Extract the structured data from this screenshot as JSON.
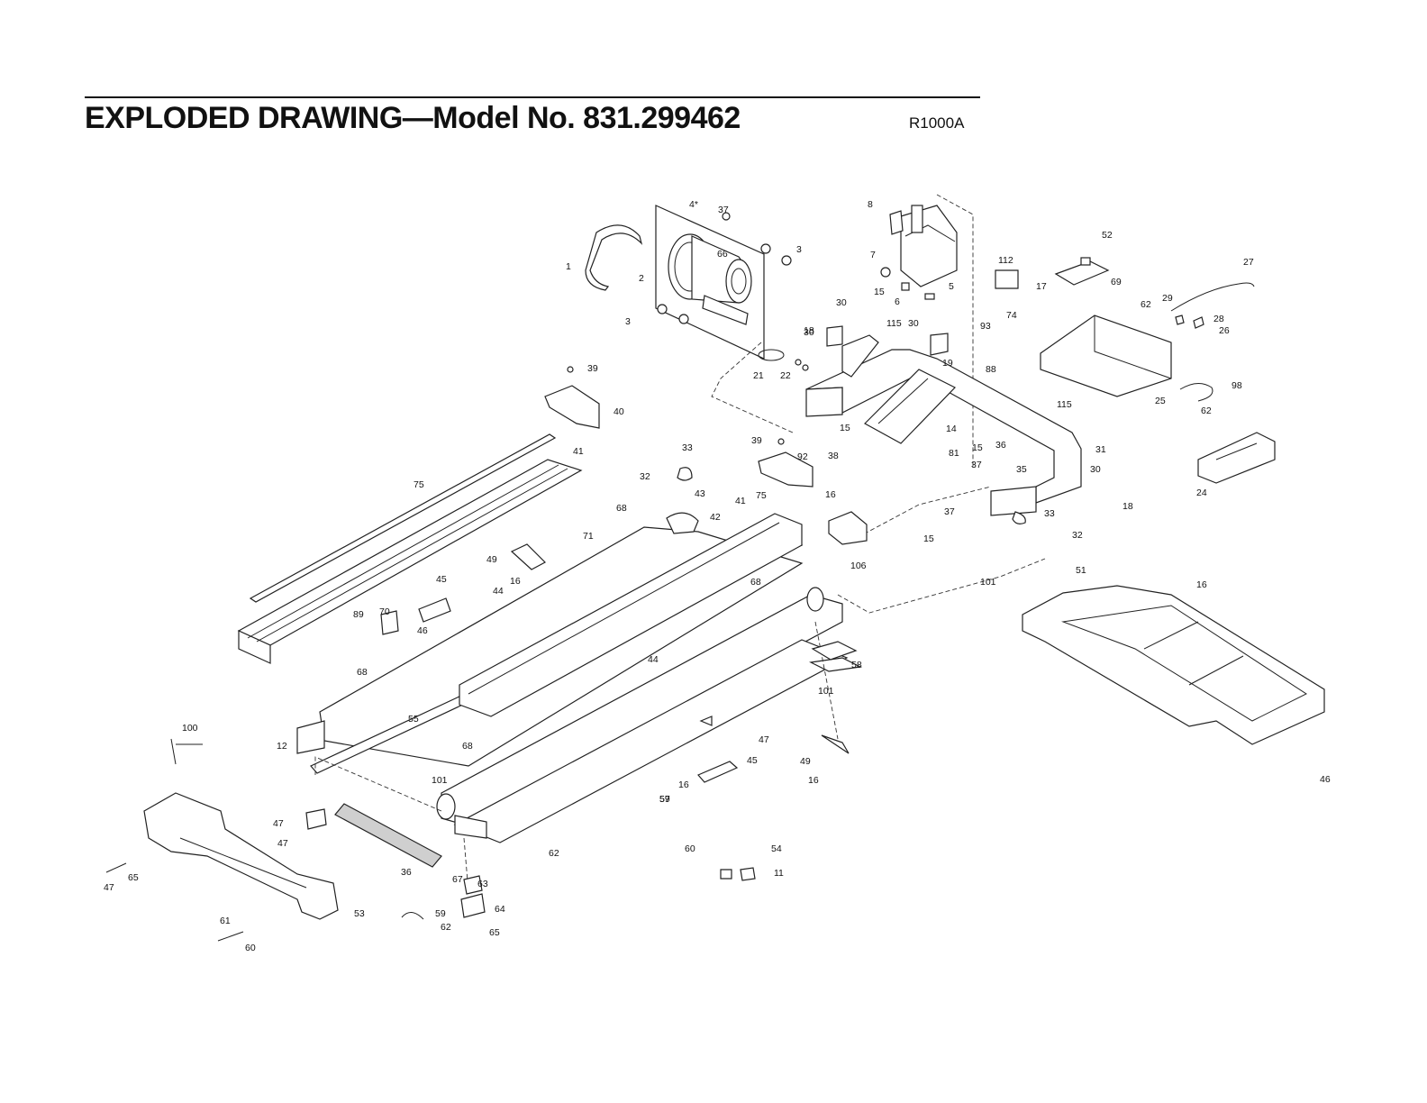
{
  "header": {
    "title": "EXPLODED DRAWING—Model No. 831.299462",
    "code": "R1000A"
  },
  "callouts": [
    {
      "label": "4*"
    },
    {
      "label": "37"
    },
    {
      "label": "3"
    },
    {
      "label": "66"
    },
    {
      "label": "1"
    },
    {
      "label": "2"
    },
    {
      "label": "3"
    },
    {
      "label": "8"
    },
    {
      "label": "7"
    },
    {
      "label": "15"
    },
    {
      "label": "6"
    },
    {
      "label": "5"
    },
    {
      "label": "112"
    },
    {
      "label": "52"
    },
    {
      "label": "17"
    },
    {
      "label": "27"
    },
    {
      "label": "69"
    },
    {
      "label": "62"
    },
    {
      "label": "29"
    },
    {
      "label": "28"
    },
    {
      "label": "26"
    },
    {
      "label": "30"
    },
    {
      "label": "115"
    },
    {
      "label": "30"
    },
    {
      "label": "93"
    },
    {
      "label": "74"
    },
    {
      "label": "30"
    },
    {
      "label": "18"
    },
    {
      "label": "19"
    },
    {
      "label": "88"
    },
    {
      "label": "21"
    },
    {
      "label": "22"
    },
    {
      "label": "39"
    },
    {
      "label": "40"
    },
    {
      "label": "25"
    },
    {
      "label": "98"
    },
    {
      "label": "115"
    },
    {
      "label": "15"
    },
    {
      "label": "14"
    },
    {
      "label": "62"
    },
    {
      "label": "31"
    },
    {
      "label": "39"
    },
    {
      "label": "15"
    },
    {
      "label": "36"
    },
    {
      "label": "33"
    },
    {
      "label": "38"
    },
    {
      "label": "81"
    },
    {
      "label": "37"
    },
    {
      "label": "35"
    },
    {
      "label": "75"
    },
    {
      "label": "41"
    },
    {
      "label": "24"
    },
    {
      "label": "30"
    },
    {
      "label": "92"
    },
    {
      "label": "32"
    },
    {
      "label": "43"
    },
    {
      "label": "16"
    },
    {
      "label": "18"
    },
    {
      "label": "68"
    },
    {
      "label": "42"
    },
    {
      "label": "41"
    },
    {
      "label": "75"
    },
    {
      "label": "37"
    },
    {
      "label": "33"
    },
    {
      "label": "71"
    },
    {
      "label": "15"
    },
    {
      "label": "32"
    },
    {
      "label": "49"
    },
    {
      "label": "106"
    },
    {
      "label": "16"
    },
    {
      "label": "45"
    },
    {
      "label": "44"
    },
    {
      "label": "68"
    },
    {
      "label": "101"
    },
    {
      "label": "51"
    },
    {
      "label": "16"
    },
    {
      "label": "89"
    },
    {
      "label": "70"
    },
    {
      "label": "46"
    },
    {
      "label": "68"
    },
    {
      "label": "44"
    },
    {
      "label": "58"
    },
    {
      "label": "101"
    },
    {
      "label": "55"
    },
    {
      "label": "100"
    },
    {
      "label": "12"
    },
    {
      "label": "47"
    },
    {
      "label": "68"
    },
    {
      "label": "45"
    },
    {
      "label": "49"
    },
    {
      "label": "16"
    },
    {
      "label": "16"
    },
    {
      "label": "46"
    },
    {
      "label": "101"
    },
    {
      "label": "57"
    },
    {
      "label": "47"
    },
    {
      "label": "59"
    },
    {
      "label": "47"
    },
    {
      "label": "60"
    },
    {
      "label": "54"
    },
    {
      "label": "62"
    },
    {
      "label": "47"
    },
    {
      "label": "65"
    },
    {
      "label": "36"
    },
    {
      "label": "67"
    },
    {
      "label": "63"
    },
    {
      "label": "11"
    },
    {
      "label": "53"
    },
    {
      "label": "64"
    },
    {
      "label": "59"
    },
    {
      "label": "62"
    },
    {
      "label": "61"
    },
    {
      "label": "65"
    },
    {
      "label": "60"
    },
    {
      "label": "36"
    }
  ]
}
